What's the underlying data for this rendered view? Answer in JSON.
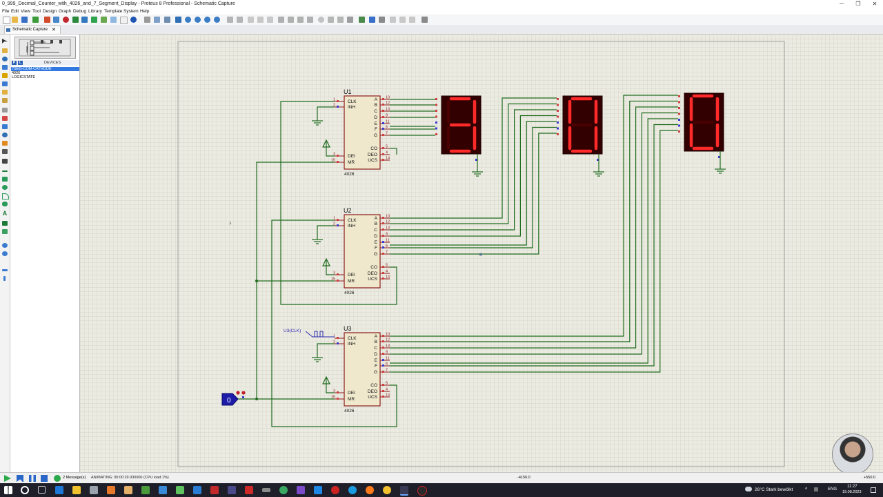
{
  "window": {
    "title": "0_999_Decimal_Counter_with_4026_and_7_Segment_Display - Proteus 8 Professional - Schematic Capture",
    "controls": [
      "─",
      "❐",
      "✕"
    ]
  },
  "menu": [
    "File",
    "Edit",
    "View",
    "Tool",
    "Design",
    "Graph",
    "Debug",
    "Library",
    "Template",
    "System",
    "Help"
  ],
  "tab": {
    "label": "Schematic Capture",
    "close": "✕"
  },
  "device_panel": {
    "p_label": "P",
    "l_label": "L",
    "header": "DEVICES",
    "devices": [
      "7SEG-COM-CATHODE",
      "4026",
      "LOGICSTATE"
    ],
    "selected": 0
  },
  "schematic": {
    "chips": [
      {
        "ref": "U1",
        "part": "4026",
        "display_digit": "3"
      },
      {
        "ref": "U2",
        "part": "4026",
        "display_digit": "0"
      },
      {
        "ref": "U3",
        "part": "4026",
        "display_digit": "0"
      }
    ],
    "left_pins": [
      {
        "num": "1",
        "name": "CLK"
      },
      {
        "num": "2",
        "name": "INH"
      },
      {
        "num": "3",
        "name": "DEI"
      },
      {
        "num": "15",
        "name": "MR"
      }
    ],
    "right_pins": [
      {
        "num": "10",
        "name": "A"
      },
      {
        "num": "12",
        "name": "B"
      },
      {
        "num": "13",
        "name": "C"
      },
      {
        "num": "9",
        "name": "D"
      },
      {
        "num": "11",
        "name": "E"
      },
      {
        "num": "6",
        "name": "F"
      },
      {
        "num": "7",
        "name": "G"
      },
      {
        "num": "5",
        "name": "CO"
      },
      {
        "num": "4",
        "name": "DEO"
      },
      {
        "num": "14",
        "name": "UCS"
      }
    ],
    "clock_label": "U3(CLK)",
    "logicstate_value": "0",
    "colors": {
      "wire": "#1e6b1e",
      "chip_border": "#8b1a1a",
      "chip_fill": "#efe8cc",
      "segment_on": "#ff2a2a",
      "segment_off": "#5a0000",
      "display_bg": "#320000",
      "pin_label": "#8b1a1a"
    }
  },
  "status": {
    "messages": "2 Message(s)",
    "animating": "ANIMATING: 00:00:29.930000 (CPU load 1%)",
    "coord_x": "-4150.0",
    "coord_y": "+550.0"
  },
  "taskbar": {
    "weather": "26°C  Stark bewölkt",
    "lang": "ENG",
    "time": "11:27",
    "date": "19.08.2023"
  }
}
